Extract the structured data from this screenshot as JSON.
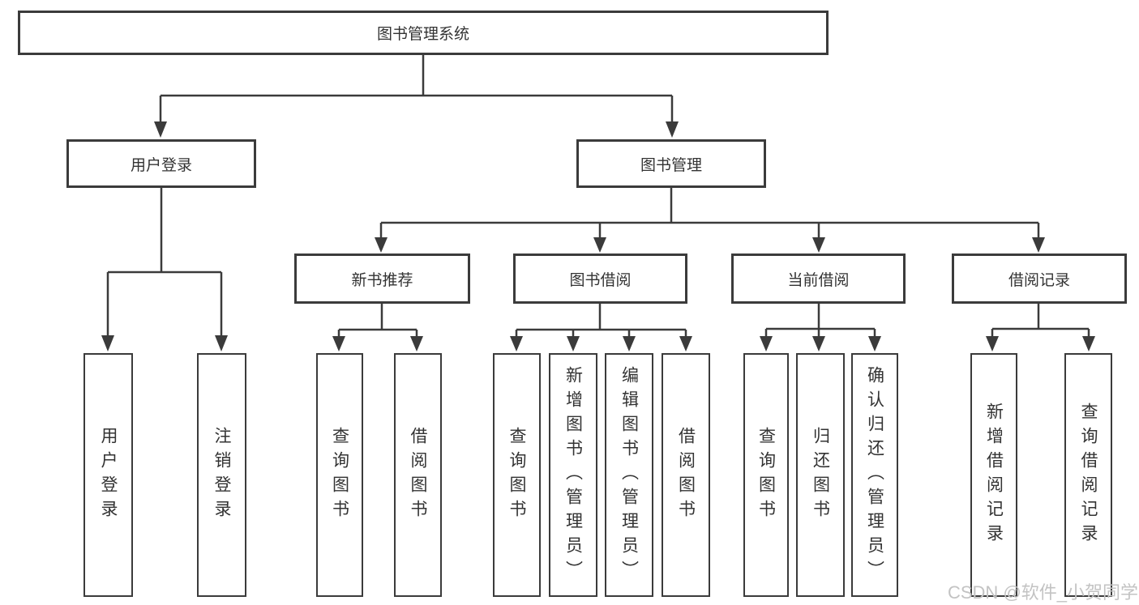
{
  "diagram": {
    "root": {
      "label": "图书管理系统"
    },
    "login_branch": {
      "label": "用户登录",
      "children": [
        {
          "label": "用户登录"
        },
        {
          "label": "注销登录"
        }
      ]
    },
    "manage_branch": {
      "label": "图书管理",
      "groups": [
        {
          "label": "新书推荐",
          "children": [
            {
              "label": "查询图书"
            },
            {
              "label": "借阅图书"
            }
          ]
        },
        {
          "label": "图书借阅",
          "children": [
            {
              "label": "查询图书"
            },
            {
              "label": "新增图书（管理员）"
            },
            {
              "label": "编辑图书（管理员）"
            },
            {
              "label": "借阅图书"
            }
          ]
        },
        {
          "label": "当前借阅",
          "children": [
            {
              "label": "查询图书"
            },
            {
              "label": "归还图书"
            },
            {
              "label": "确认归还（管理员）"
            }
          ]
        },
        {
          "label": "借阅记录",
          "children": [
            {
              "label": "新增借阅记录"
            },
            {
              "label": "查询借阅记录"
            }
          ]
        }
      ]
    }
  },
  "watermark": {
    "text": "CSDN @软件_小贺同学"
  },
  "colors": {
    "line": "#3b3b3b",
    "text": "#333333",
    "background": "#ffffff",
    "watermark": "#c3c3c3"
  }
}
